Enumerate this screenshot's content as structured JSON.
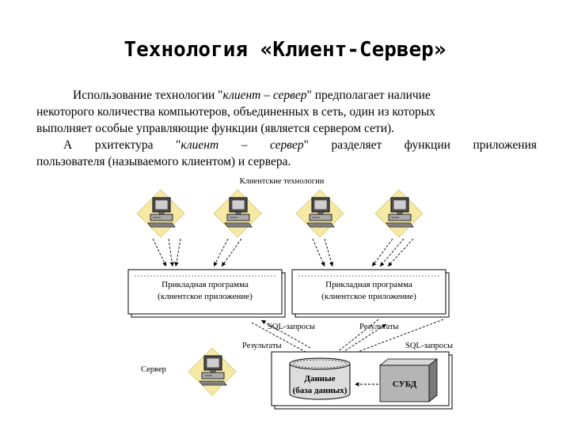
{
  "title": "Технология «Клиент-Сервер»",
  "paragraph1": {
    "line1_prefix": "Использование технологии \"",
    "line1_em": "клиент – сервер",
    "line1_suffix": "\" предполагает наличие",
    "line2": "некоторого количества компьютеров, объединенных в сеть, один из которых",
    "line3": "выполняет особые управляющие функции (является сервером сети)."
  },
  "paragraph2": {
    "line1_prefix": "А рхитектура \"",
    "line1_em": "клиент – сервер",
    "line1_suffix": "\" разделяет функции приложения",
    "line2": "пользователя (называемого клиентом) и сервера."
  },
  "diagram": {
    "clients_label": "Клиентские технологии",
    "app_box_line1": "Прикладная программа",
    "app_box_line2": "(клиентское приложение)",
    "sql_requests_top": "SQL-запросы",
    "results_top": "Результаты",
    "results_left": "Результаты",
    "sql_requests_right": "SQL-запросы",
    "server_label": "Сервер",
    "data_line1": "Данные",
    "data_line2": "(база данных)",
    "dbms_label": "СУБД"
  }
}
